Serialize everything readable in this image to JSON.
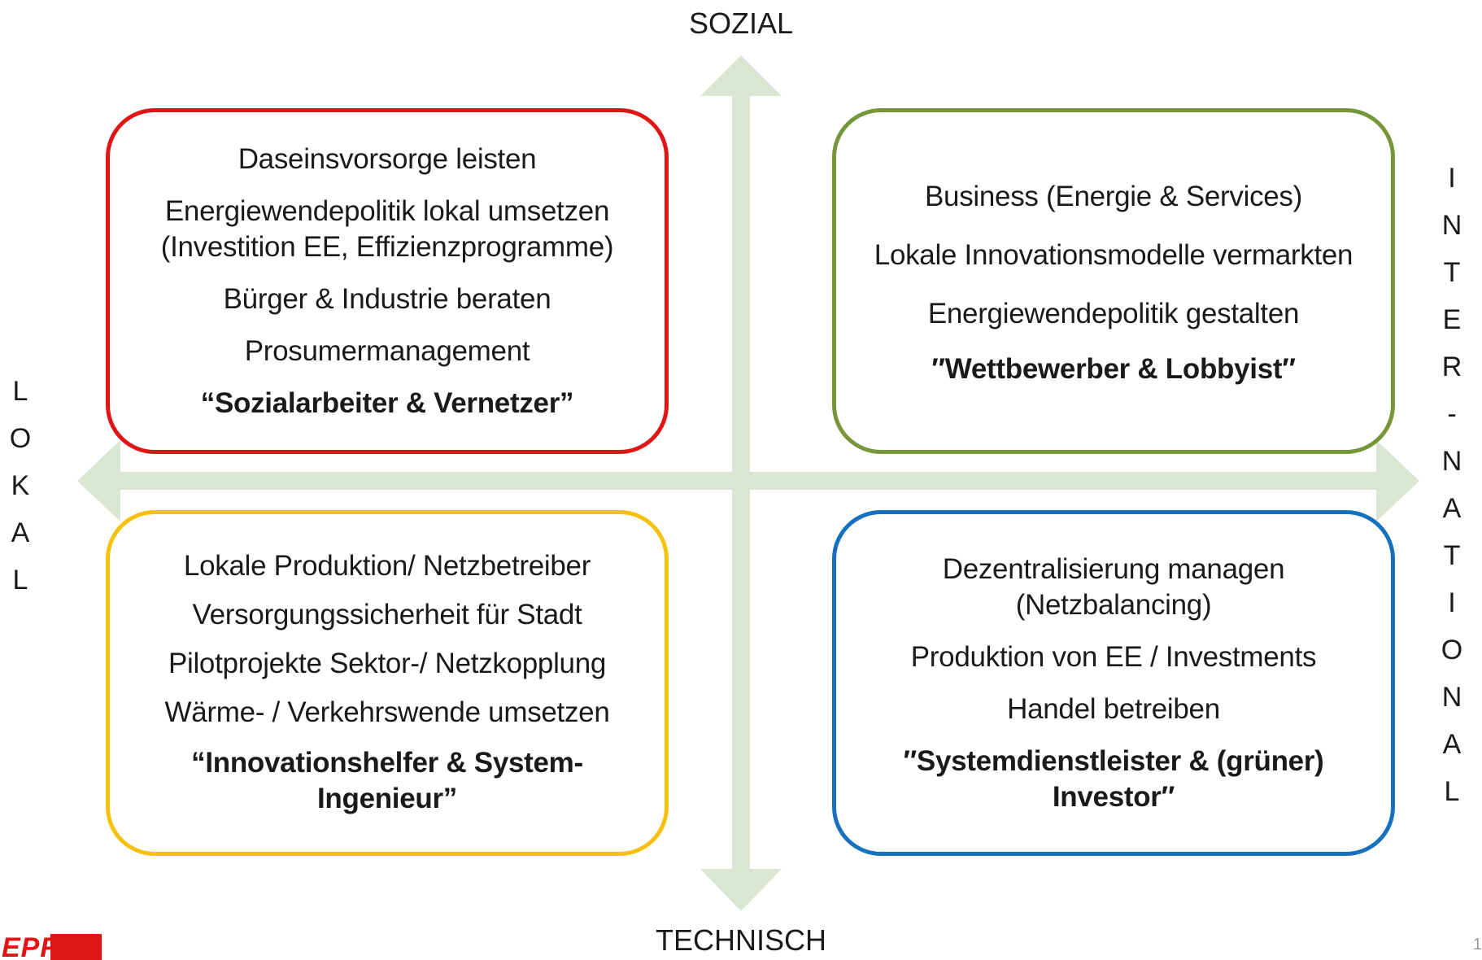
{
  "axes": {
    "top": "SOZIAL",
    "bottom": "TECHNISCH",
    "left_letters": [
      "L",
      "O",
      "K",
      "A",
      "L"
    ],
    "right_letters": [
      "I",
      "N",
      "T",
      "E",
      "R",
      "-",
      "N",
      "A",
      "T",
      "I",
      "O",
      "N",
      "A",
      "L"
    ]
  },
  "quadrants": {
    "top_left": {
      "items": [
        "Daseinsvorsorge leisten",
        "Energiewendepolitik lokal umsetzen (Investition EE, Effizienzprogramme)",
        "Bürger & Industrie beraten",
        "Prosumermanagement"
      ],
      "role": "“Sozialarbeiter & Vernetzer”"
    },
    "top_right": {
      "items": [
        "Business (Energie & Services)",
        "Lokale Innovationsmodelle vermarkten",
        "Energiewendepolitik gestalten"
      ],
      "role": "″Wettbewerber & Lobbyist″"
    },
    "bottom_left": {
      "items": [
        "Lokale Produktion/ Netzbetreiber",
        "Versorgungssicherheit für Stadt",
        "Pilotprojekte Sektor-/ Netzkopplung",
        "Wärme- / Verkehrswende umsetzen"
      ],
      "role": "“Innovationshelfer & System-Ingenieur”"
    },
    "bottom_right": {
      "items": [
        "Dezentralisierung managen (Netzbalancing)",
        "Produktion von EE / Investments",
        "Handel betreiben"
      ],
      "role": "″Systemdienstleister & (grüner) Investor″"
    }
  },
  "colors": {
    "arrow": "#dbe6d2",
    "top_left_border": "#e01515",
    "top_right_border": "#76963a",
    "bottom_left_border": "#f5c10c",
    "bottom_right_border": "#1670c0"
  },
  "footer": {
    "logo_text": "EPFL",
    "page_number": "1"
  }
}
